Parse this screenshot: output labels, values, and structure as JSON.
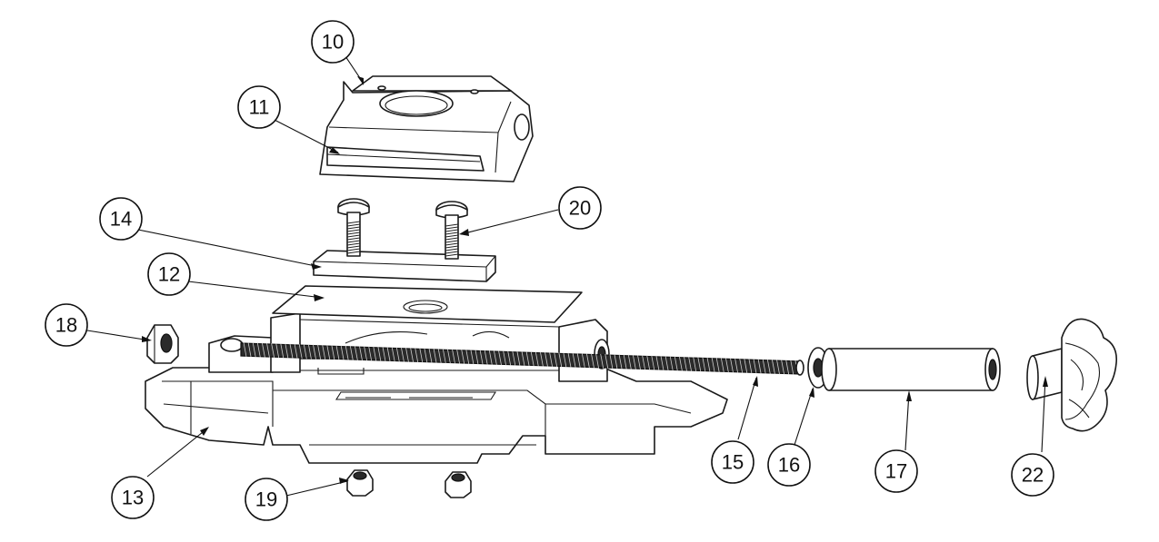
{
  "callouts": [
    {
      "id": "10",
      "label": "10"
    },
    {
      "id": "11",
      "label": "11"
    },
    {
      "id": "14",
      "label": "14"
    },
    {
      "id": "20",
      "label": "20"
    },
    {
      "id": "12",
      "label": "12"
    },
    {
      "id": "18",
      "label": "18"
    },
    {
      "id": "13",
      "label": "13"
    },
    {
      "id": "19",
      "label": "19"
    },
    {
      "id": "15",
      "label": "15"
    },
    {
      "id": "16",
      "label": "16"
    },
    {
      "id": "17",
      "label": "17"
    },
    {
      "id": "22",
      "label": "22"
    }
  ]
}
